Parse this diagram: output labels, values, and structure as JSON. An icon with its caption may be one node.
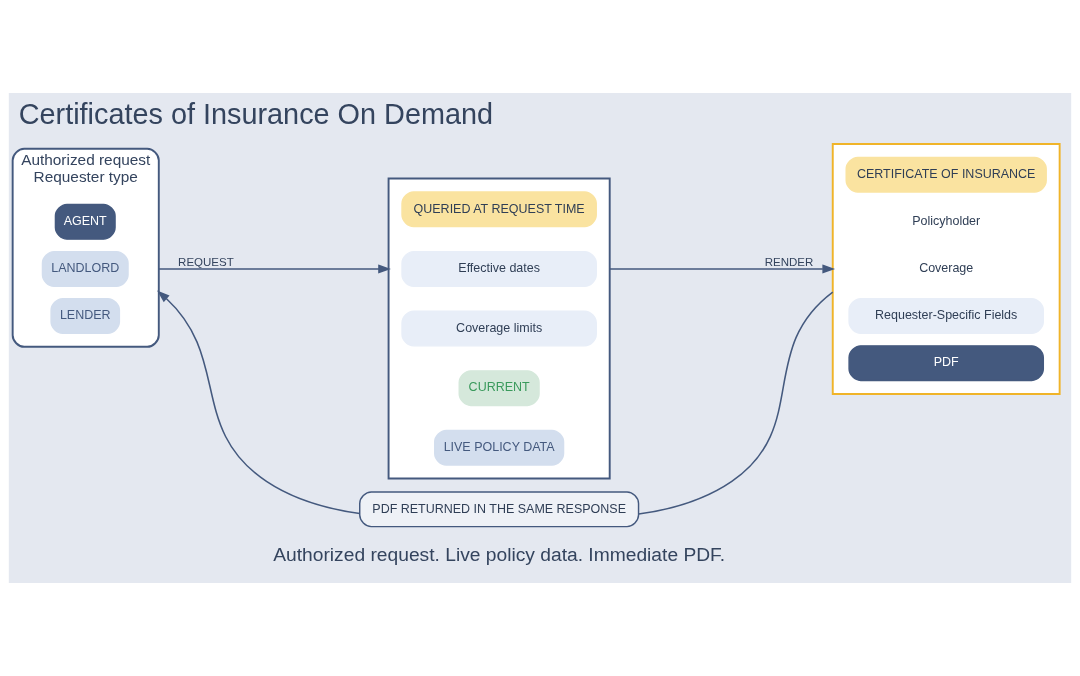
{
  "diagram": {
    "title": "Certificates of Insurance On Demand",
    "nodes": [
      {
        "text": [
          "Authorized request",
          "Requester type"
        ]
      },
      {
        "text": [
          "AGENT"
        ],
        "in": 0
      },
      {
        "text": [
          "LANDLORD"
        ],
        "in": 0
      },
      {
        "text": [
          "LENDER"
        ],
        "in": 0
      },
      {
        "text": [],
        "shape": "box"
      },
      {
        "text": [
          "LIVE POLICY DATA"
        ],
        "in": 4
      },
      {
        "text": [
          "CURRENT"
        ],
        "in": 4
      },
      {
        "text": [
          "Coverage limits"
        ],
        "in": 4
      },
      {
        "text": [
          "Effective dates"
        ],
        "in": 4
      },
      {
        "text": [
          "QUERIED AT REQUEST TIME"
        ],
        "in": 4
      },
      {
        "text": [],
        "shape": "box"
      },
      {
        "text": [
          "CERTIFICATE OF INSURANCE"
        ],
        "in": 10
      },
      {
        "text": [
          "Policyholder"
        ],
        "in": 10
      },
      {
        "text": [
          "Coverage"
        ],
        "in": 10
      },
      {
        "text": [
          "Requester-Specific Fields"
        ],
        "in": 10
      },
      {
        "text": [
          "PDF"
        ],
        "in": 10
      },
      {
        "text": [
          "PDF RETURNED IN THE SAME RESPONSE"
        ]
      }
    ],
    "edges": [
      {
        "from": 0,
        "to": 4,
        "label": "REQUEST",
        "arrow": "to"
      },
      {
        "from": 4,
        "to": 10,
        "label": "RENDER",
        "arrow": "to"
      },
      {
        "from": 10,
        "to": 16,
        "arrow": "none"
      },
      {
        "from": 16,
        "to": 0,
        "arrow": "to"
      }
    ],
    "labels": [
      "Authorized request. Live policy data. Immediate PDF."
    ]
  }
}
